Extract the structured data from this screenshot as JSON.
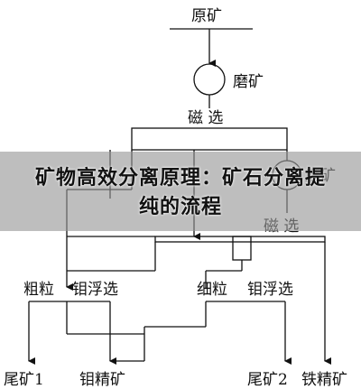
{
  "diagram": {
    "nodes": {
      "raw_ore": "原矿",
      "grinding": "磨矿",
      "magnetic_sep": "磁 选",
      "grinding_2": "磨矿",
      "magnetic_sep_2": "磁 选",
      "coarse": "粗粒",
      "coarse_flotation": "钼浮选",
      "fine": "细粒",
      "fine_flotation": "钼浮选",
      "tailings_1": "尾矿1",
      "mo_concentrate": "钼精矿",
      "tailings_2": "尾矿2",
      "fe_concentrate": "铁精矿"
    },
    "overlay_title": "矿物高效分离原理：矿石分离提纯的流程"
  },
  "colors": {
    "line": "#111111",
    "overlay_band": "#969696",
    "background": "#ffffff"
  }
}
